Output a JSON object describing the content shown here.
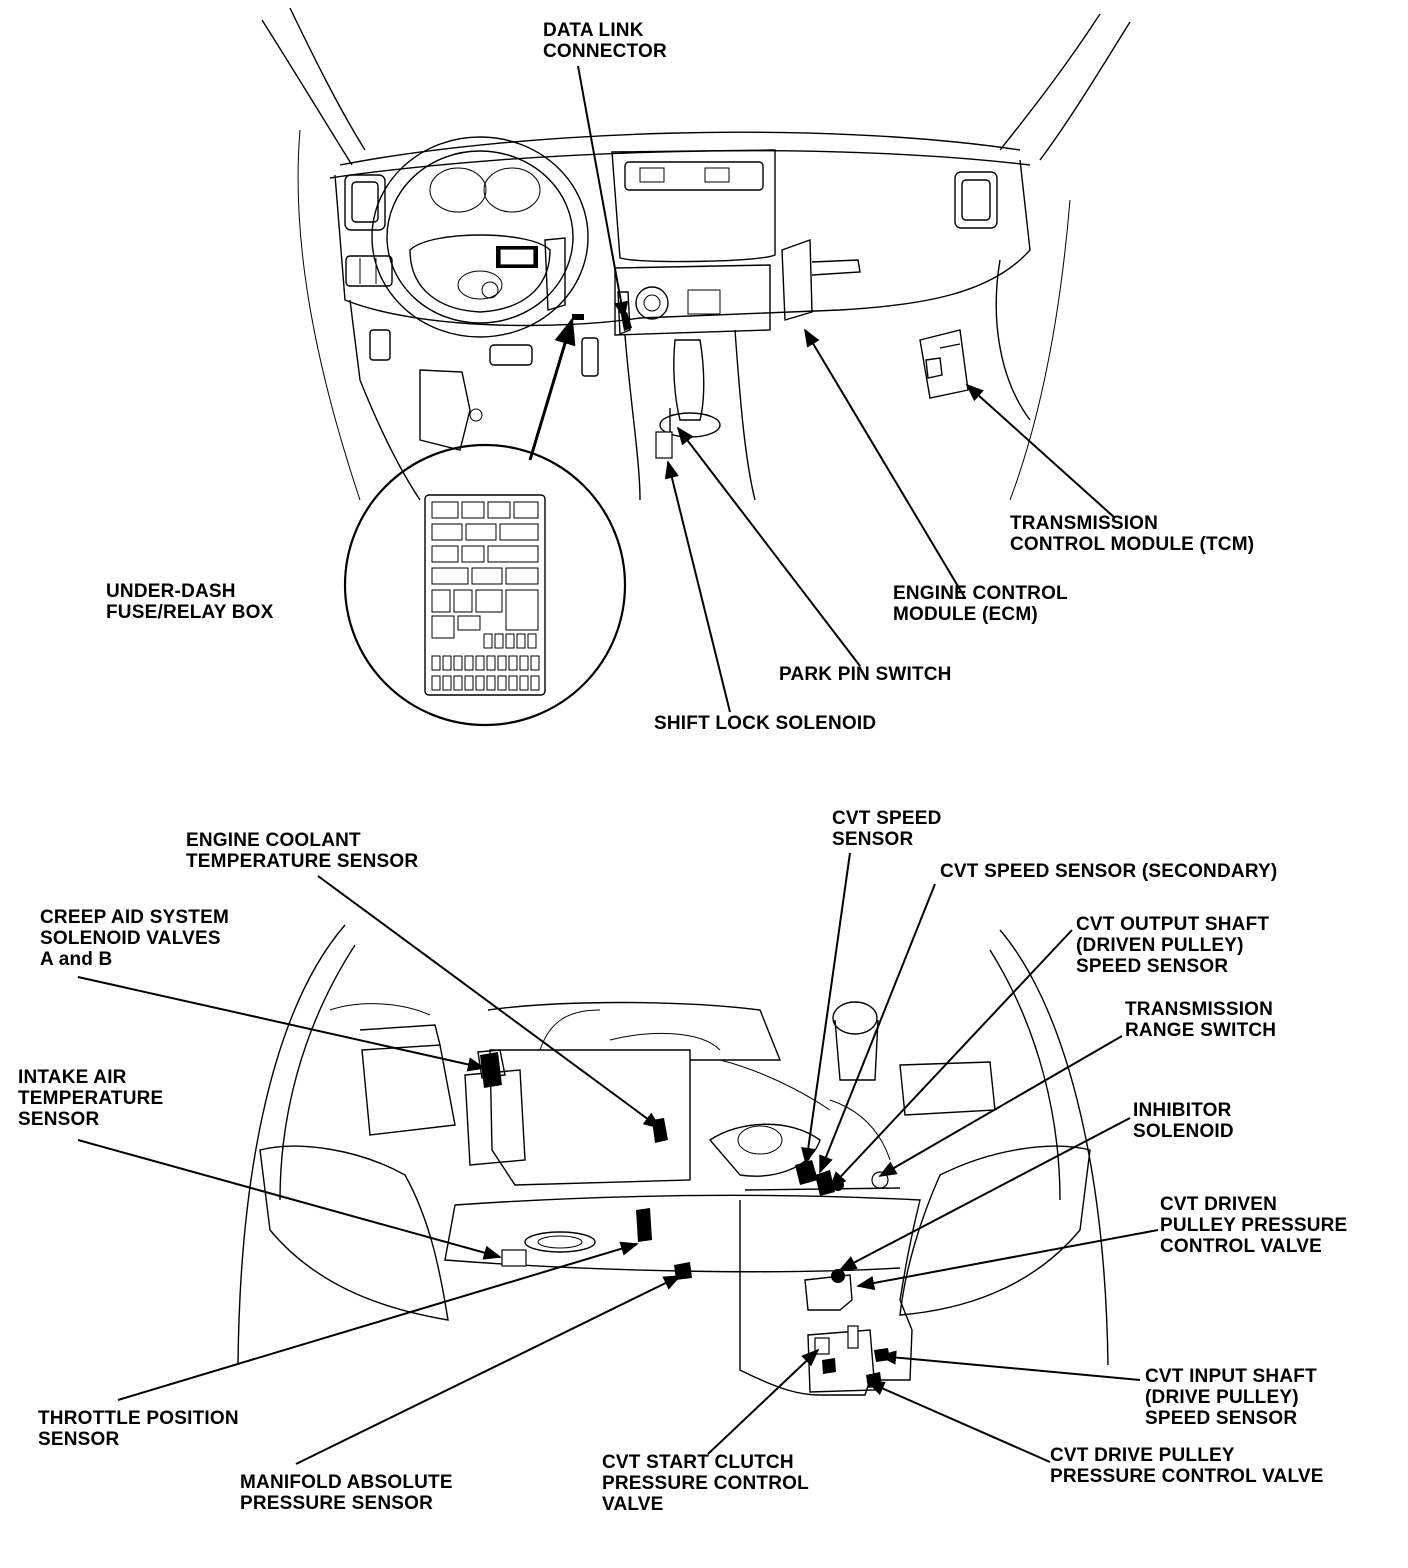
{
  "diagrams": {
    "interior": {
      "labels": {
        "data_link_connector": [
          "DATA LINK",
          "CONNECTOR"
        ],
        "under_dash_fuse_box": [
          "UNDER-DASH",
          "FUSE/RELAY BOX"
        ],
        "tcm": [
          "TRANSMISSION",
          "CONTROL MODULE (TCM)"
        ],
        "ecm": [
          "ENGINE CONTROL",
          "MODULE (ECM)"
        ],
        "park_pin_switch": [
          "PARK PIN SWITCH"
        ],
        "shift_lock_solenoid": [
          "SHIFT LOCK SOLENOID"
        ]
      }
    },
    "engine_bay": {
      "labels": {
        "engine_coolant_temp": [
          "ENGINE COOLANT",
          "TEMPERATURE SENSOR"
        ],
        "creep_aid": [
          "CREEP AID SYSTEM",
          "SOLENOID VALVES",
          "A and B"
        ],
        "intake_air_temp": [
          "INTAKE AIR",
          "TEMPERATURE",
          "SENSOR"
        ],
        "throttle_position": [
          "THROTTLE POSITION",
          "SENSOR"
        ],
        "map_sensor": [
          "MANIFOLD ABSOLUTE",
          "PRESSURE SENSOR"
        ],
        "cvt_speed_sensor": [
          "CVT SPEED",
          "SENSOR"
        ],
        "cvt_speed_secondary": [
          "CVT SPEED SENSOR (SECONDARY)"
        ],
        "cvt_output_shaft": [
          "CVT OUTPUT SHAFT",
          "(DRIVEN PULLEY)",
          "SPEED SENSOR"
        ],
        "trans_range_switch": [
          "TRANSMISSION",
          "RANGE SWITCH"
        ],
        "inhibitor_solenoid": [
          "INHIBITOR",
          "SOLENOID"
        ],
        "cvt_driven_pulley_valve": [
          "CVT DRIVEN",
          "PULLEY PRESSURE",
          "CONTROL VALVE"
        ],
        "cvt_input_shaft": [
          "CVT INPUT SHAFT",
          "(DRIVE PULLEY)",
          "SPEED SENSOR"
        ],
        "cvt_drive_pulley_valve": [
          "CVT DRIVE PULLEY",
          "PRESSURE CONTROL VALVE"
        ],
        "cvt_start_clutch_valve": [
          "CVT START CLUTCH",
          "PRESSURE CONTROL",
          "VALVE"
        ]
      }
    }
  }
}
